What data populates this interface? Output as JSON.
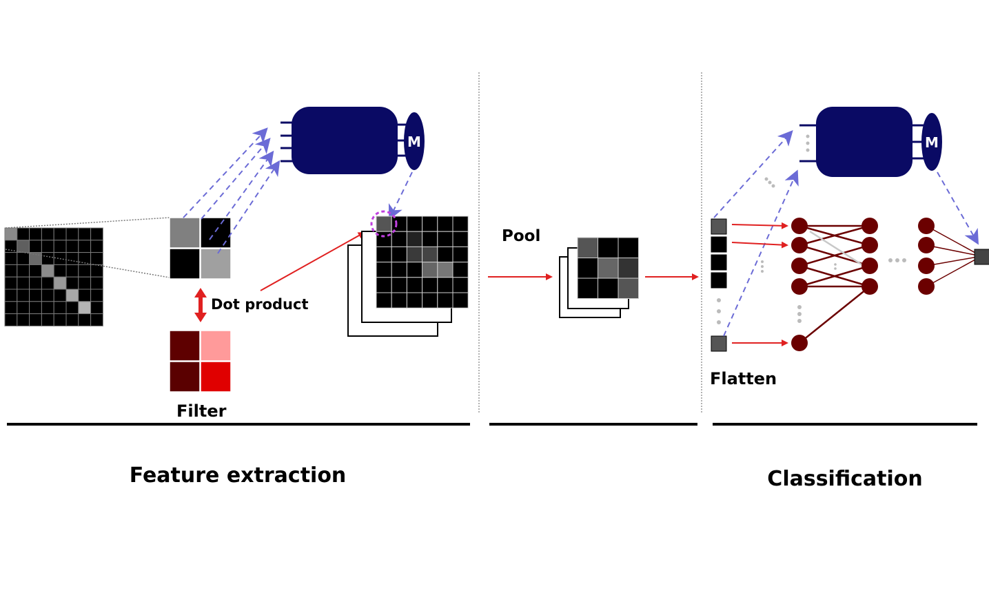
{
  "labels": {
    "dot_product": "Dot product",
    "filter": "Filter",
    "pool": "Pool",
    "flatten": "Flatten",
    "feature_extraction": "Feature extraction",
    "classification": "Classification",
    "memory_left": "M",
    "memory_right": "M"
  },
  "input_image": {
    "size": 8,
    "diagonal_gray": [
      "#7a7a7a",
      "#5f5f5f",
      "#6a6a6a",
      "#8c8c8c",
      "#9a9a9a",
      "#a8a8a8",
      "#b4b4b4"
    ]
  },
  "patch": [
    "#808080",
    "#000000",
    "#000000",
    "#a0a0a0"
  ],
  "filter": [
    "#5e0000",
    "#ff9a9a",
    "#5a0000",
    "#e00000"
  ],
  "feature_map_size": 6,
  "pool_grid": [
    "#555555",
    "#000000",
    "#000000",
    "#000000",
    "#666666",
    "#333333",
    "#000000",
    "#000000",
    "#555555"
  ],
  "colors": {
    "memory_block": "#0a0a64",
    "arrow_red": "#e02020",
    "arrow_blue": "#6b6bd6",
    "neuron": "#6b0000",
    "highlight": "#c040e0"
  }
}
